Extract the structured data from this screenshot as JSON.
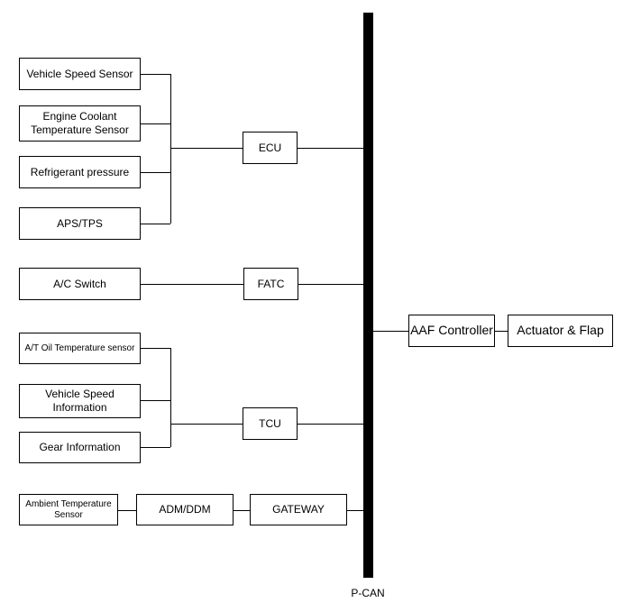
{
  "bus": {
    "label": "P-CAN"
  },
  "ecu_group": {
    "inputs": [
      "Vehicle Speed Sensor",
      "Engine Coolant\nTemperature Sensor",
      "Refrigerant pressure",
      "APS/TPS"
    ],
    "controller": "ECU"
  },
  "fatc_group": {
    "input": "A/C Switch",
    "controller": "FATC"
  },
  "tcu_group": {
    "inputs": [
      "A/T Oil Temperature sensor",
      "Vehicle Speed\nInformation",
      "Gear Information"
    ],
    "controller": "TCU"
  },
  "gateway_group": {
    "sensor": "Ambient Temperature\nSensor",
    "adm": "ADM/DDM",
    "gateway": "GATEWAY"
  },
  "aaf": {
    "controller": "AAF Controller",
    "actuator": "Actuator & Flap"
  }
}
